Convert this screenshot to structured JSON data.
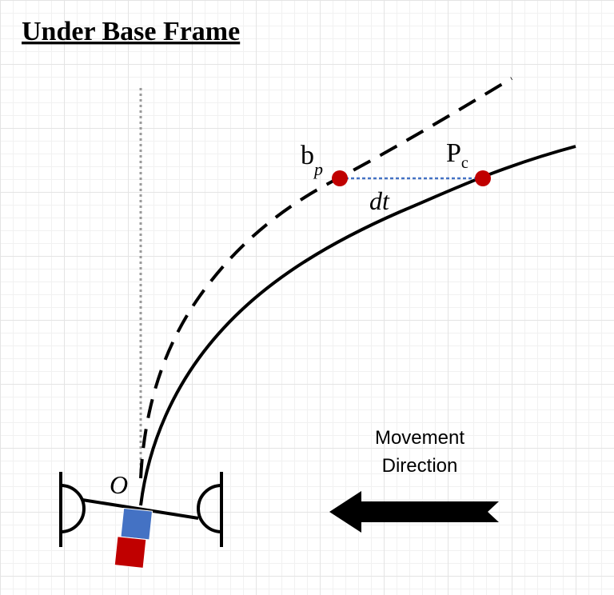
{
  "title": "Under Base Frame",
  "labels": {
    "origin": "O",
    "bp_main": "b",
    "bp_sub": "p",
    "pc_main": "P",
    "pc_sub": "c",
    "dt": "dt",
    "movement_line1": "Movement",
    "movement_line2": "Direction"
  },
  "colors": {
    "point": "#c00000",
    "dt_line": "#4472c4",
    "sensor_top": "#4472c4",
    "sensor_bottom": "#c00000",
    "reference_line": "#9a9a9a",
    "stroke": "#000000"
  },
  "icons": {
    "arrow": "left-arrow-icon",
    "wheel": "wheel-icon"
  }
}
